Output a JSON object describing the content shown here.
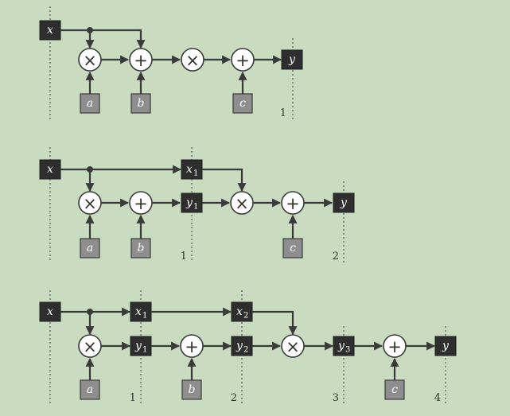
{
  "diagrams": [
    {
      "id": "pipeline-1",
      "stage_labels": [
        "1"
      ],
      "registers": [
        {
          "id": "x",
          "label": "x",
          "sub": ""
        },
        {
          "id": "y",
          "label": "y",
          "sub": ""
        }
      ],
      "coefficients": [
        "a",
        "b",
        "c"
      ],
      "operators": [
        "×",
        "+",
        "×",
        "+"
      ]
    },
    {
      "id": "pipeline-2",
      "stage_labels": [
        "1",
        "2"
      ],
      "registers": [
        {
          "id": "x",
          "label": "x",
          "sub": ""
        },
        {
          "id": "x1",
          "label": "x",
          "sub": "1"
        },
        {
          "id": "y1",
          "label": "y",
          "sub": "1"
        },
        {
          "id": "y",
          "label": "y",
          "sub": ""
        }
      ],
      "coefficients": [
        "a",
        "b",
        "c"
      ],
      "operators": [
        "×",
        "+",
        "×",
        "+"
      ]
    },
    {
      "id": "pipeline-3",
      "stage_labels": [
        "1",
        "2",
        "3",
        "4"
      ],
      "registers": [
        {
          "id": "x",
          "label": "x",
          "sub": ""
        },
        {
          "id": "x1",
          "label": "x",
          "sub": "1"
        },
        {
          "id": "x2",
          "label": "x",
          "sub": "2"
        },
        {
          "id": "y1",
          "label": "y",
          "sub": "1"
        },
        {
          "id": "y2",
          "label": "y",
          "sub": "2"
        },
        {
          "id": "y3",
          "label": "y",
          "sub": "3"
        },
        {
          "id": "y",
          "label": "y",
          "sub": ""
        }
      ],
      "coefficients": [
        "a",
        "b",
        "c"
      ],
      "operators": [
        "×",
        "+",
        "×",
        "+"
      ]
    }
  ],
  "colors": {
    "background": "#c9dcc0",
    "register": "#2e2e2e",
    "coefficient": "#8e8e8e",
    "wire": "#3a3a3a"
  }
}
